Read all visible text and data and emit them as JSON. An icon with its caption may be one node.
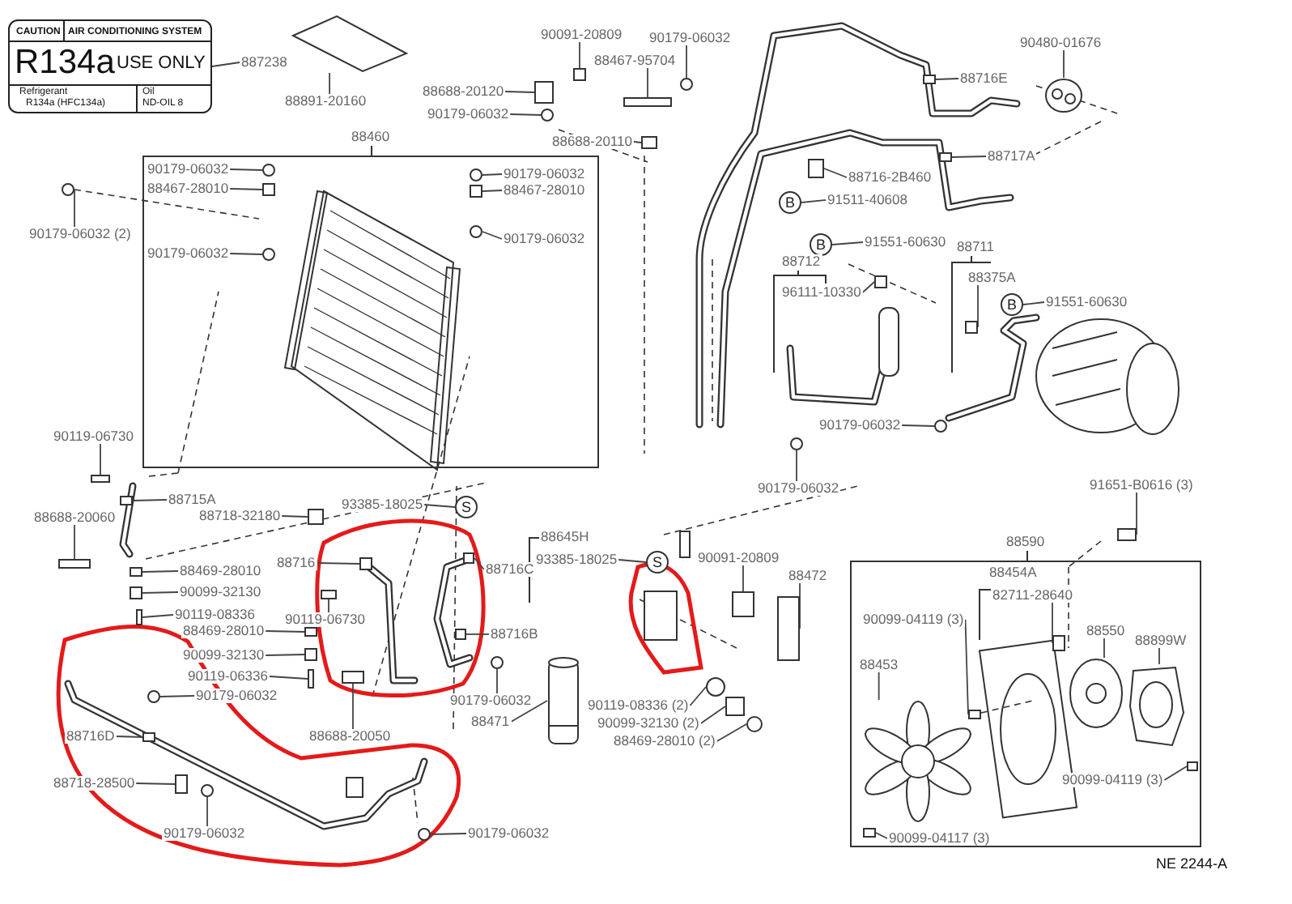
{
  "diagram": {
    "nodes": [
      {
        "text": [
          "CAUTION",
          "AIR CONDITIONING SYSTEM",
          "R134a",
          "USE ONLY",
          "Refrigerant",
          "R134a (HFC134a)",
          "Oil",
          "ND-OIL 8"
        ]
      },
      {
        "text": [
          "887238"
        ]
      },
      {
        "text": [
          "88891-20160"
        ]
      },
      {
        "text": [],
        "shape": "picture"
      },
      {
        "text": [
          "90091-20809"
        ]
      },
      {
        "text": [],
        "shape": "box"
      },
      {
        "text": [
          "90179-06032"
        ]
      },
      {
        "text": [],
        "shape": "circle"
      },
      {
        "text": [
          "88467-95704"
        ]
      },
      {
        "text": [],
        "shape": "box"
      },
      {
        "text": [
          "88688-20120"
        ]
      },
      {
        "text": [],
        "shape": "box"
      },
      {
        "text": [
          "90179-06032"
        ]
      },
      {
        "text": [],
        "shape": "circle"
      },
      {
        "text": [
          "88688-20110"
        ]
      },
      {
        "text": [],
        "shape": "box"
      },
      {
        "text": [
          "88460"
        ]
      },
      {
        "text": [
          "90179-06032"
        ],
        "in": 16
      },
      {
        "text": [],
        "shape": "circle",
        "in": 16
      },
      {
        "text": [
          "88467-28010"
        ],
        "in": 16
      },
      {
        "text": [],
        "shape": "box",
        "in": 16
      },
      {
        "text": [
          "90179-06032"
        ],
        "in": 16
      },
      {
        "text": [],
        "shape": "circle",
        "in": 16
      },
      {
        "text": [
          "90179-06032"
        ],
        "in": 16
      },
      {
        "text": [],
        "shape": "circle",
        "in": 16
      },
      {
        "text": [
          "88467-28010"
        ],
        "in": 16
      },
      {
        "text": [],
        "shape": "box",
        "in": 16
      },
      {
        "text": [
          "90179-06032"
        ],
        "in": 16
      },
      {
        "text": [],
        "shape": "circle",
        "in": 16
      },
      {
        "text": [
          "90179-06032 (2)"
        ]
      },
      {
        "text": [],
        "shape": "circle"
      },
      {
        "text": [
          "90480-01676"
        ]
      },
      {
        "text": [],
        "shape": "picture"
      },
      {
        "text": [
          "88716E"
        ]
      },
      {
        "text": [],
        "shape": "box"
      },
      {
        "text": [
          "88717A"
        ]
      },
      {
        "text": [],
        "shape": "box"
      },
      {
        "text": [
          "88716-2B460"
        ]
      },
      {
        "text": [],
        "shape": "box"
      },
      {
        "text": [
          "B"
        ]
      },
      {
        "text": [
          "91511-40608"
        ]
      },
      {
        "text": [
          "B"
        ]
      },
      {
        "text": [
          "91551-60630"
        ]
      },
      {
        "text": [
          "88712"
        ]
      },
      {
        "text": [
          "96111-10330"
        ]
      },
      {
        "text": [],
        "shape": "box"
      },
      {
        "text": [
          "88711"
        ]
      },
      {
        "text": [
          "88375A"
        ]
      },
      {
        "text": [],
        "shape": "box"
      },
      {
        "text": [
          "B"
        ]
      },
      {
        "text": [
          "91551-60630"
        ]
      },
      {
        "text": [
          "90179-06032"
        ]
      },
      {
        "text": [],
        "shape": "circle"
      },
      {
        "text": [
          "90179-06032"
        ]
      },
      {
        "text": [],
        "shape": "circle"
      },
      {
        "text": [
          "91651-B0616 (3)"
        ]
      },
      {
        "text": [],
        "shape": "box"
      },
      {
        "text": [
          "88590"
        ]
      },
      {
        "text": [
          "88454A"
        ],
        "in": 57
      },
      {
        "text": [
          "82711-28640"
        ],
        "in": 57
      },
      {
        "text": [],
        "shape": "box",
        "in": 57
      },
      {
        "text": [
          "88550"
        ],
        "in": 57
      },
      {
        "text": [],
        "shape": "picture",
        "in": 57
      },
      {
        "text": [
          "88899W"
        ],
        "in": 57
      },
      {
        "text": [],
        "shape": "plate",
        "in": 57
      },
      {
        "text": [
          "90099-04119 (3)"
        ],
        "in": 57
      },
      {
        "text": [],
        "shape": "box",
        "in": 57
      },
      {
        "text": [
          "88453"
        ],
        "in": 57
      },
      {
        "text": [],
        "shape": "picture",
        "in": 57
      },
      {
        "text": [
          "90099-04119 (3)"
        ],
        "in": 57
      },
      {
        "text": [],
        "shape": "box",
        "in": 57
      },
      {
        "text": [
          "90099-04117 (3)"
        ],
        "in": 57
      },
      {
        "text": [],
        "shape": "box",
        "in": 57
      },
      {
        "text": [
          "90119-06730"
        ]
      },
      {
        "text": [],
        "shape": "box"
      },
      {
        "text": [
          "88715A"
        ]
      },
      {
        "text": [],
        "shape": "box"
      },
      {
        "text": [
          "88688-20060"
        ]
      },
      {
        "text": [],
        "shape": "box"
      },
      {
        "text": [
          "88718-32180"
        ]
      },
      {
        "text": [],
        "shape": "box"
      },
      {
        "text": [
          "93385-18025"
        ]
      },
      {
        "text": [
          "S"
        ]
      },
      {
        "text": [
          "88716"
        ]
      },
      {
        "text": [],
        "shape": "box"
      },
      {
        "text": [
          "88716C"
        ]
      },
      {
        "text": [],
        "shape": "box"
      },
      {
        "text": [
          "88645H"
        ]
      },
      {
        "text": [
          "93385-18025"
        ]
      },
      {
        "text": [
          "S"
        ]
      },
      {
        "text": [
          "88469-28010"
        ]
      },
      {
        "text": [],
        "shape": "box"
      },
      {
        "text": [
          "90099-32130"
        ]
      },
      {
        "text": [],
        "shape": "box"
      },
      {
        "text": [
          "90119-08336"
        ]
      },
      {
        "text": [],
        "shape": "box"
      },
      {
        "text": [
          "90119-06730"
        ]
      },
      {
        "text": [],
        "shape": "box"
      },
      {
        "text": [
          "88469-28010"
        ]
      },
      {
        "text": [],
        "shape": "box"
      },
      {
        "text": [
          "90099-32130"
        ]
      },
      {
        "text": [],
        "shape": "box"
      },
      {
        "text": [
          "90119-06336"
        ]
      },
      {
        "text": [],
        "shape": "box"
      },
      {
        "text": [
          "90179-06032"
        ]
      },
      {
        "text": [],
        "shape": "circle"
      },
      {
        "text": [
          "88716B"
        ]
      },
      {
        "text": [],
        "shape": "box"
      },
      {
        "text": [
          "90179-06032"
        ]
      },
      {
        "text": [],
        "shape": "circle"
      },
      {
        "text": [
          "88471"
        ]
      },
      {
        "text": [],
        "shape": "cylinder"
      },
      {
        "text": [
          "90091-20809"
        ]
      },
      {
        "text": [],
        "shape": "box"
      },
      {
        "text": [
          "88472"
        ]
      },
      {
        "text": [],
        "shape": "box"
      },
      {
        "text": [
          "90119-08336 (2)"
        ]
      },
      {
        "text": [],
        "shape": "circle"
      },
      {
        "text": [
          "90099-32130 (2)"
        ]
      },
      {
        "text": [],
        "shape": "box"
      },
      {
        "text": [
          "88469-28010 (2)"
        ]
      },
      {
        "text": [],
        "shape": "circle"
      },
      {
        "text": [
          "88716D"
        ]
      },
      {
        "text": [],
        "shape": "box"
      },
      {
        "text": [
          "88688-20050"
        ]
      },
      {
        "text": [],
        "shape": "box"
      },
      {
        "text": [
          "88718-28500"
        ]
      },
      {
        "text": [],
        "shape": "box"
      },
      {
        "text": [
          "90179-06032"
        ]
      },
      {
        "text": [],
        "shape": "circle"
      },
      {
        "text": [
          "90179-06032"
        ]
      },
      {
        "text": [],
        "shape": "circle"
      }
    ],
    "edges": [
      {
        "from": 1,
        "to": 0,
        "arrow": "none"
      },
      {
        "from": 2,
        "to": 3,
        "arrow": "none"
      },
      {
        "from": 4,
        "to": 5,
        "arrow": "none"
      },
      {
        "from": 6,
        "to": 7,
        "arrow": "none"
      },
      {
        "from": 8,
        "to": 9,
        "arrow": "none"
      },
      {
        "from": 10,
        "to": 11,
        "arrow": "none"
      },
      {
        "from": 12,
        "to": 13,
        "arrow": "none"
      },
      {
        "from": 14,
        "to": 15,
        "arrow": "none"
      },
      {
        "from": 17,
        "to": 18,
        "arrow": "none"
      },
      {
        "from": 19,
        "to": 20,
        "arrow": "none"
      },
      {
        "from": 21,
        "to": 22,
        "arrow": "none"
      },
      {
        "from": 23,
        "to": 24,
        "arrow": "none"
      },
      {
        "from": 25,
        "to": 26,
        "arrow": "none"
      },
      {
        "from": 27,
        "to": 28,
        "arrow": "none"
      },
      {
        "from": 29,
        "to": 30,
        "arrow": "none"
      },
      {
        "from": 31,
        "to": 32,
        "arrow": "none"
      },
      {
        "from": 33,
        "to": 34,
        "arrow": "none"
      },
      {
        "from": 35,
        "to": 36,
        "arrow": "none"
      },
      {
        "from": 37,
        "to": 38,
        "arrow": "none"
      },
      {
        "from": 40,
        "to": 39,
        "arrow": "none"
      },
      {
        "from": 42,
        "to": 41,
        "arrow": "none"
      },
      {
        "from": 44,
        "to": 45,
        "arrow": "none"
      },
      {
        "from": 47,
        "to": 48,
        "arrow": "none"
      },
      {
        "from": 50,
        "to": 49,
        "arrow": "none"
      },
      {
        "from": 51,
        "to": 52,
        "arrow": "none"
      },
      {
        "from": 53,
        "to": 54,
        "arrow": "none"
      },
      {
        "from": 55,
        "to": 56,
        "arrow": "none"
      },
      {
        "from": 59,
        "to": 60,
        "arrow": "none"
      },
      {
        "from": 61,
        "to": 62,
        "arrow": "none"
      },
      {
        "from": 63,
        "to": 64,
        "arrow": "none"
      },
      {
        "from": 65,
        "to": 66,
        "arrow": "none"
      },
      {
        "from": 67,
        "to": 68,
        "arrow": "none"
      },
      {
        "from": 69,
        "to": 70,
        "arrow": "none"
      },
      {
        "from": 71,
        "to": 72,
        "arrow": "none"
      },
      {
        "from": 73,
        "to": 74,
        "arrow": "none"
      },
      {
        "from": 75,
        "to": 76,
        "arrow": "none"
      },
      {
        "from": 77,
        "to": 78,
        "arrow": "none"
      },
      {
        "from": 79,
        "to": 80,
        "arrow": "none"
      },
      {
        "from": 81,
        "to": 82,
        "arrow": "none"
      },
      {
        "from": 83,
        "to": 84,
        "arrow": "none"
      },
      {
        "from": 85,
        "to": 86,
        "arrow": "none"
      },
      {
        "from": 88,
        "to": 89,
        "arrow": "none"
      },
      {
        "from": 90,
        "to": 91,
        "arrow": "none"
      },
      {
        "from": 92,
        "to": 93,
        "arrow": "none"
      },
      {
        "from": 94,
        "to": 95,
        "arrow": "none"
      },
      {
        "from": 96,
        "to": 97,
        "arrow": "none"
      },
      {
        "from": 98,
        "to": 99,
        "arrow": "none"
      },
      {
        "from": 100,
        "to": 101,
        "arrow": "none"
      },
      {
        "from": 102,
        "to": 103,
        "arrow": "none"
      },
      {
        "from": 104,
        "to": 105,
        "arrow": "none"
      },
      {
        "from": 106,
        "to": 107,
        "arrow": "none"
      },
      {
        "from": 108,
        "to": 109,
        "arrow": "none"
      },
      {
        "from": 110,
        "to": 111,
        "arrow": "none"
      },
      {
        "from": 112,
        "to": 113,
        "arrow": "none"
      },
      {
        "from": 114,
        "to": 115,
        "arrow": "none"
      },
      {
        "from": 116,
        "to": 117,
        "arrow": "none"
      },
      {
        "from": 118,
        "to": 119,
        "arrow": "none"
      },
      {
        "from": 120,
        "to": 121,
        "arrow": "none"
      },
      {
        "from": 122,
        "to": 123,
        "arrow": "none"
      },
      {
        "from": 124,
        "to": 125,
        "arrow": "none"
      },
      {
        "from": 126,
        "to": 127,
        "arrow": "none"
      },
      {
        "from": 128,
        "to": 129,
        "arrow": "none"
      },
      {
        "from": 130,
        "to": 131,
        "arrow": "none"
      }
    ],
    "labels": [
      "NE 2244-A"
    ]
  }
}
